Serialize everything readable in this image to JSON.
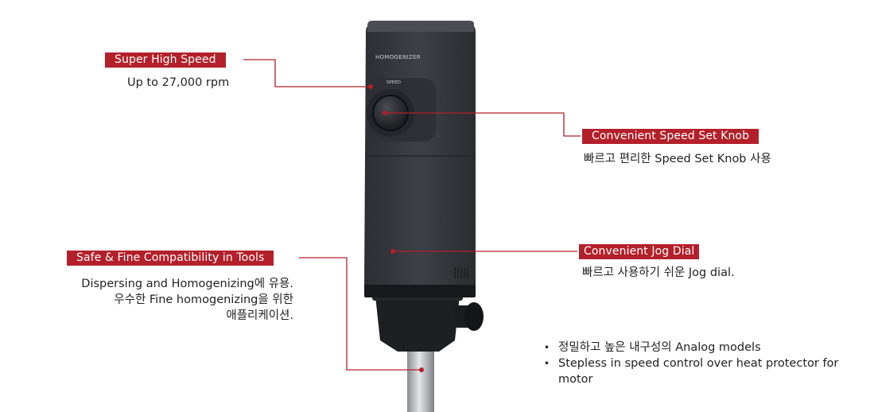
{
  "device": {
    "brand_label": "HOMOGENIZER",
    "knob_label": "SPEED"
  },
  "callouts": {
    "speed": {
      "title": "Super High Speed",
      "desc": "Up to 27,000 rpm"
    },
    "knob": {
      "title": "Convenient Speed Set Knob",
      "desc": "빠르고 편리한 Speed Set Knob 사용"
    },
    "jog": {
      "title": "Convenient Jog Dial",
      "desc": "빠르고 사용하기 쉬운 Jog dial."
    },
    "tools": {
      "title": "Safe & Fine Compatibility in Tools",
      "desc_lines": [
        "Dispersing and Homogenizing에 유용.",
        "우수한 Fine homogenizing을 위한",
        "애플리케이션."
      ]
    }
  },
  "features": [
    "정밀하고 높은 내구성의 Analog models",
    "Stepless in speed control over heat protector for motor"
  ],
  "colors": {
    "accent": "#b3202a",
    "body": "#3a3d42"
  }
}
